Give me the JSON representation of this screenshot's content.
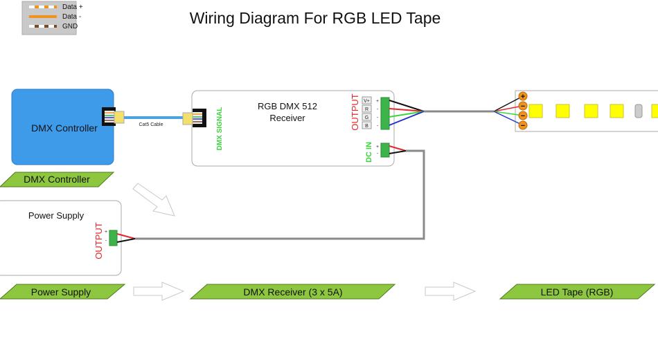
{
  "title": "Wiring Diagram For RGB LED Tape",
  "legend": [
    {
      "label": "Data +",
      "style": "dashed",
      "color": "#f0931e"
    },
    {
      "label": "Data -",
      "style": "solid",
      "color": "#f0931e"
    },
    {
      "label": "GND",
      "style": "dashed",
      "color": "#7a4a24"
    }
  ],
  "dmx_controller": {
    "label": "DMX Controller",
    "color": "#3d9be9"
  },
  "cable": {
    "label": "Cat5 Cable",
    "color": "#4aa3e0"
  },
  "receiver": {
    "title_line1": "RGB DMX 512",
    "title_line2": "Receiver",
    "dmx_signal": "DMX SIGNAL",
    "output": "OUTPUT",
    "output_pins": [
      "V+",
      "R",
      "G",
      "B"
    ],
    "output_signs": [
      "+",
      "-",
      "-",
      "-"
    ],
    "dc_in": "DC IN",
    "dc_signs": [
      "+",
      "-"
    ]
  },
  "power_supply": {
    "label": "Power Supply",
    "output": "OUTPUT",
    "signs": [
      "+",
      "-"
    ]
  },
  "led_tape": {
    "terminals": [
      "+",
      "−",
      "−",
      "−"
    ]
  },
  "stage_labels": [
    "DMX Controller",
    "Power Supply",
    "DMX Receiver (3 x 5A)",
    "LED Tape (RGB)"
  ],
  "colors": {
    "label_fill": "#8dc63f",
    "terminal": "#3cb44a",
    "red_text": "#e3262a",
    "green_text": "#3cd43c",
    "wire_gray": "#8a8a8a",
    "led": "#ffff00",
    "pad": "#f0931e"
  }
}
